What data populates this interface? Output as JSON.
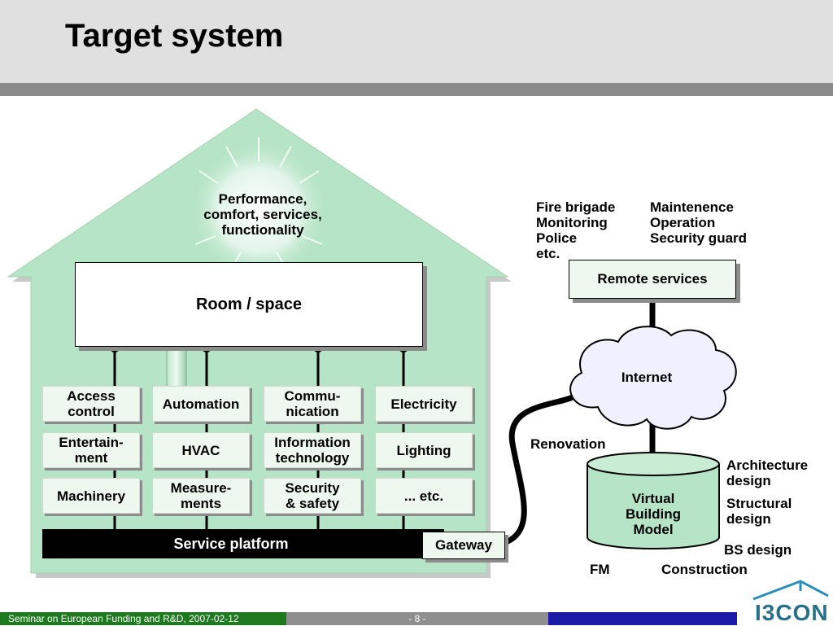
{
  "title": "Target system",
  "house": {
    "roof_text": "Performance,\ncomfort, services,\nfunctionality",
    "room": "Room / space",
    "systems": [
      "Access\ncontrol",
      "Automation",
      "Commu-\nnication",
      "Electricity",
      "Entertain-\nment",
      "HVAC",
      "Information\ntechnology",
      "Lighting",
      "Machinery",
      "Measure-\nments",
      "Security\n& safety",
      "... etc."
    ],
    "service_platform": "Service platform",
    "gateway": "Gateway"
  },
  "remote": {
    "col1": "Fire brigade\nMonitoring\nPolice\netc.",
    "col2": "Maintenence\nOperation\nSecurity guard",
    "box": "Remote services"
  },
  "internet": "Internet",
  "model": {
    "name": "Virtual\nBuilding\nModel",
    "renovation": "Renovation",
    "architecture": "Architecture\ndesign",
    "structural": "Structural\ndesign",
    "bs": "BS design",
    "fm": "FM",
    "construction": "Construction"
  },
  "footer": {
    "seminar": "Seminar on European Funding and R&D, 2007-02-12",
    "page": "- 8 -",
    "logo": "I3CON"
  },
  "colors": {
    "house_fill": "#b6e4c6",
    "box_fill": "#eff8ef",
    "footer_green": "#1f7a1f",
    "footer_blue": "#1a1aa6"
  }
}
